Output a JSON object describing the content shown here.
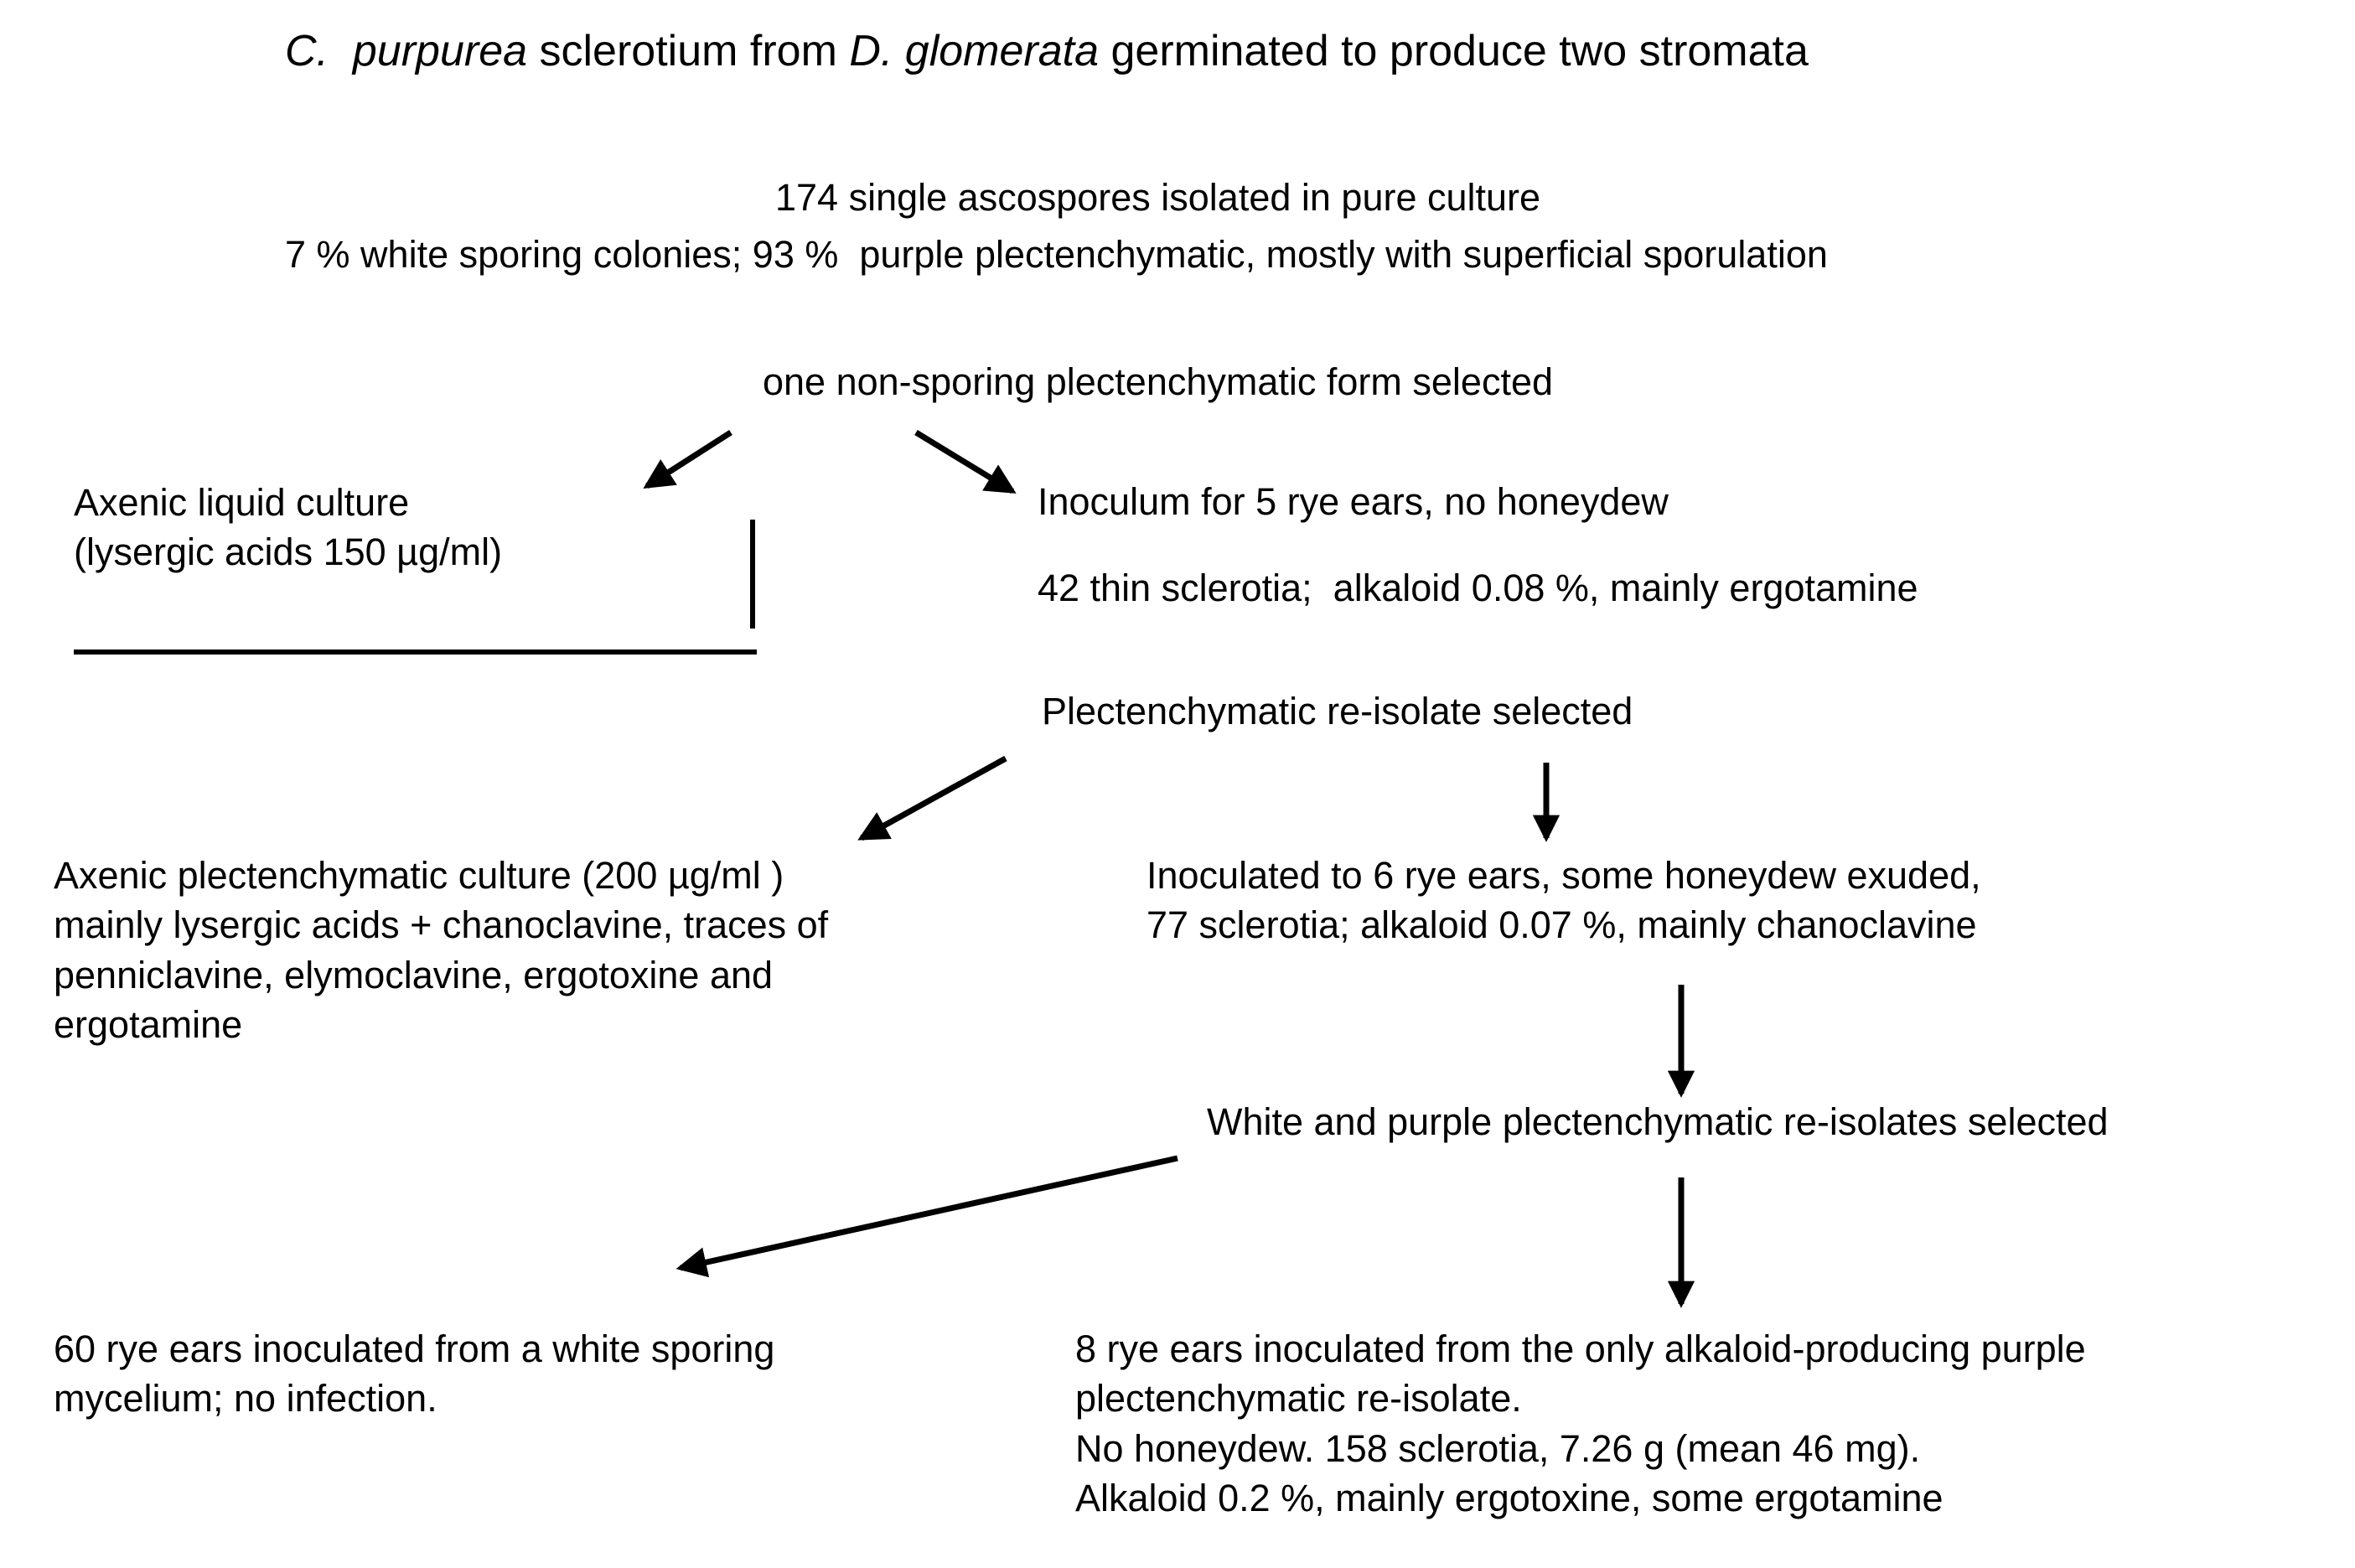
{
  "diagram": {
    "title_parts": {
      "p1": "C.  purpurea",
      "p2": " sclerotium from ",
      "p3": "D. glomerata",
      "p4": " germinated to produce two stromata"
    },
    "nodes": {
      "ascospores_line1": "174 single ascospores isolated in pure culture",
      "ascospores_line2": "7 % white sporing colonies; 93 %  purple plectenchymatic, mostly with superficial sporulation",
      "selected_form": "one non-sporing plectenchymatic form selected",
      "axenic_liquid": "Axenic liquid culture\n(lysergic acids 150 µg/ml)",
      "inoculum_rye5": "Inoculum for 5 rye ears, no honeydew",
      "sclerotia_42": "42 thin sclerotia;  alkaloid 0.08 %, mainly ergotamine",
      "plect_reisolate": "Plectenchymatic re-isolate selected",
      "axenic_plect": "Axenic plectenchymatic culture (200 µg/ml )\nmainly lysergic acids + chanoclavine, traces of\npenniclavine, elymoclavine, ergotoxine and\nergotamine",
      "inoculated_rye6": "Inoculated to 6 rye ears,  some honeydew exuded,\n77 sclerotia; alkaloid 0.07 %,  mainly chanoclavine",
      "white_purple_reisolates": "White and purple plectenchymatic re-isolates selected",
      "rye60_white": "60 rye ears inoculated from a white sporing\nmycelium; no infection.",
      "rye8_purple": "8 rye ears inoculated from the only alkaloid-producing purple\nplectenchymatic re-isolate.\nNo honeydew.  158 sclerotia,  7.26 g  (mean  46 mg).\nAlkaloid  0.2 %, mainly ergotoxine, some ergotamine"
    },
    "colors": {
      "ink": "#000000",
      "background": "#ffffff"
    }
  }
}
